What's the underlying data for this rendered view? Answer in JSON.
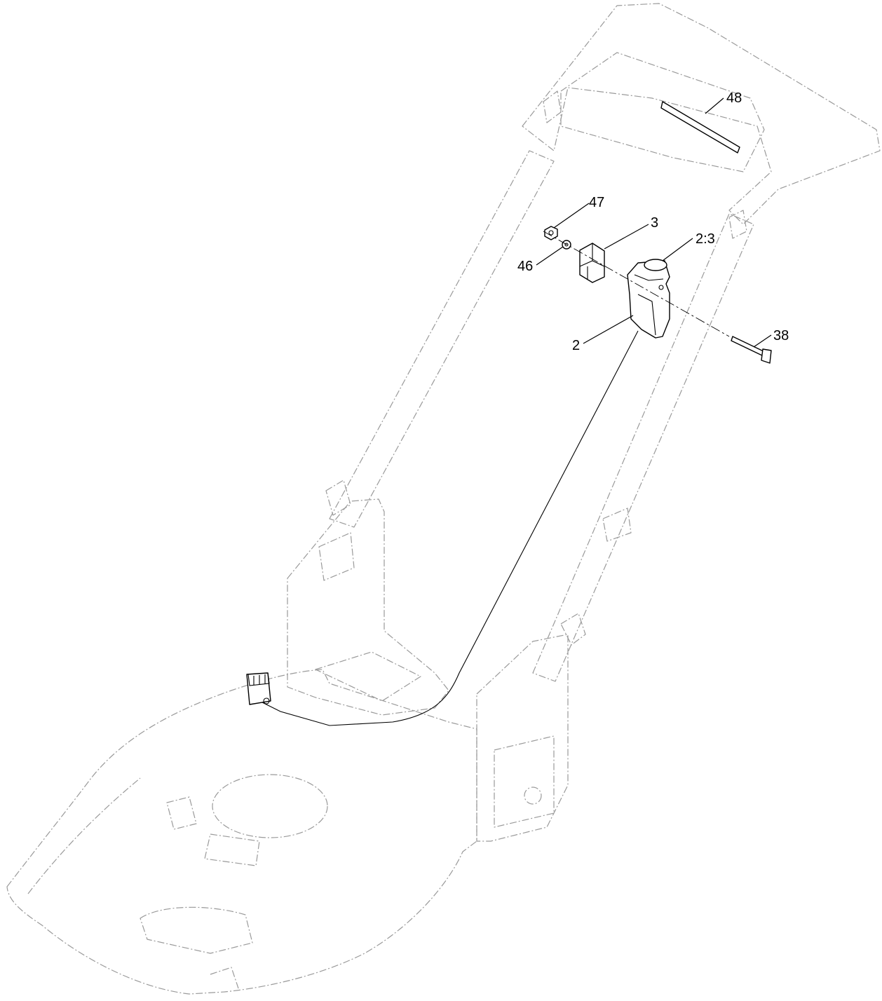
{
  "callouts": {
    "c48": "48",
    "c47": "47",
    "c3": "3",
    "c46": "46",
    "c2_3": "2:3",
    "c2": "2",
    "c38": "38"
  },
  "colors": {
    "part_line": "#000000",
    "ghost_line": "#9a9a9a",
    "background": "#ffffff"
  }
}
